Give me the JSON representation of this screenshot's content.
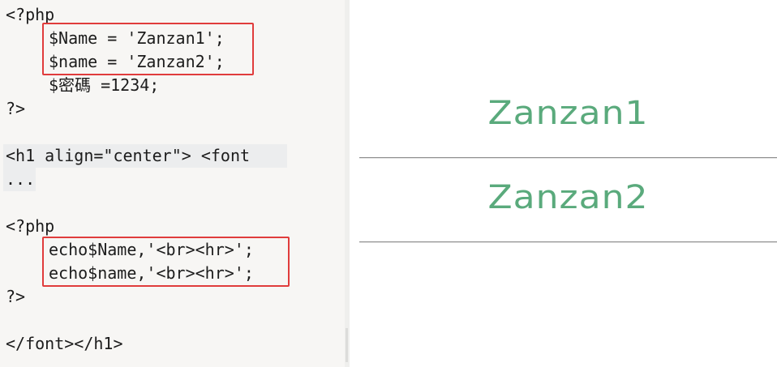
{
  "code": {
    "lines": [
      "<?php",
      "$Name = 'Zanzan1';",
      "$name = 'Zanzan2';",
      "$密碼 =1234;",
      "?>",
      "<h1 align=\"center\"> <font",
      "...",
      "<?php",
      "echo$Name,'<br><hr>';",
      "echo$name,'<br><hr>';",
      "?>",
      "</font></h1>"
    ]
  },
  "preview": {
    "outputs": [
      "Zanzan1",
      "Zanzan2"
    ],
    "text_color": "#5aaa7c"
  },
  "highlight_color": "#e03c3c"
}
